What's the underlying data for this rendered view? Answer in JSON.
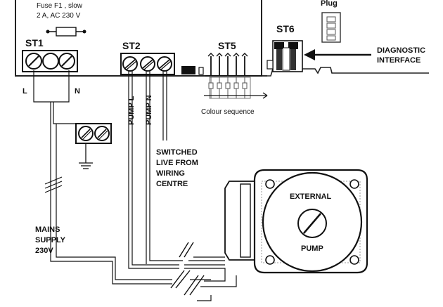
{
  "board": {
    "fuse_line1": "Fuse F1 , slow",
    "fuse_line2": "2 A, AC 230 V",
    "plug_label": "Plug"
  },
  "connectors": {
    "st1": "ST1",
    "st2": "ST2",
    "st5": "ST5",
    "st6": "ST6",
    "st1_left": "L",
    "st1_right": "N"
  },
  "labels": {
    "pump_l": "PUMP L",
    "pump_n": "PUMP N",
    "colour_sequence": "Colour sequence",
    "diagnostic_line1": "DIAGNOSTIC",
    "diagnostic_line2": "INTERFACE",
    "switched_line1": "SWITCHED",
    "switched_line2": "LIVE FROM",
    "switched_line3": "WIRING",
    "switched_line4": "CENTRE",
    "mains_line1": "MAINS",
    "mains_line2": "SUPPLY",
    "mains_line3": "230V",
    "pump_line1": "EXTERNAL",
    "pump_line2": "PUMP"
  }
}
